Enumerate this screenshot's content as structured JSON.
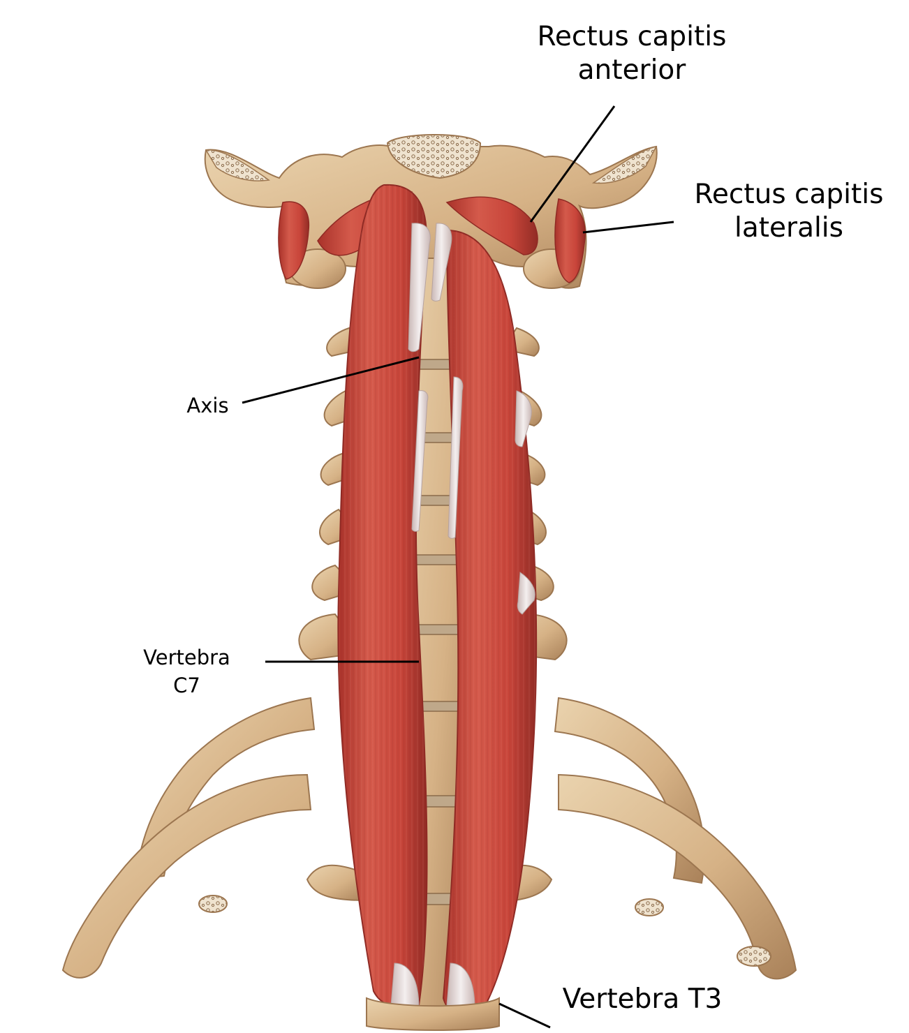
{
  "colors": {
    "bone": "#d6b286",
    "bone_dark": "#9c7650",
    "bone_light": "#ead3ae",
    "muscle": "#c8453a",
    "muscle_dark": "#8f2a24",
    "muscle_light": "#df7a6c",
    "tendon": "#ece6e6",
    "leader_line": "#000000",
    "background": "#ffffff"
  },
  "labels": {
    "rectus_capitis_anterior": [
      "Rectus capitis",
      "anterior"
    ],
    "rectus_capitis_lateralis": [
      "Rectus capitis",
      "lateralis"
    ],
    "axis": [
      "Axis"
    ],
    "vertebra_c7": [
      "Vertebra",
      "C7"
    ],
    "vertebra_t3": [
      "Vertebra T3"
    ]
  }
}
